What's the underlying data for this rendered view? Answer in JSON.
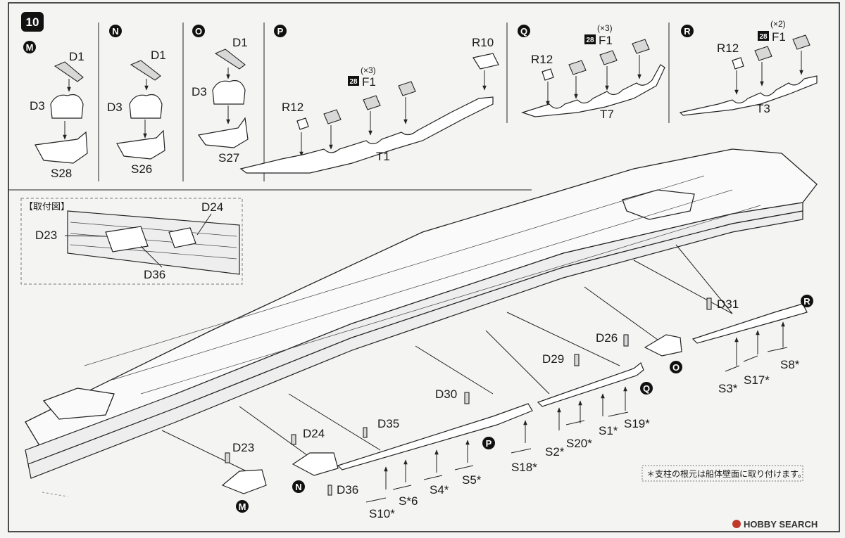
{
  "step": {
    "number": "10"
  },
  "panels": [
    {
      "letter": "M",
      "top": "D1",
      "mid": "D3",
      "base": "S28"
    },
    {
      "letter": "N",
      "top": "D1",
      "mid": "D3",
      "base": "S26"
    },
    {
      "letter": "O",
      "top": "D1",
      "mid": "D3",
      "base": "S27"
    }
  ],
  "panel_p": {
    "letter": "P",
    "r12": "R12",
    "f1": "F1",
    "f1_badge": "28",
    "f1_count": "(×3)",
    "r10": "R10",
    "t1": "T1"
  },
  "panel_q": {
    "letter": "Q",
    "r12": "R12",
    "f1": "F1",
    "f1_badge": "28",
    "f1_count": "(×3)",
    "t7": "T7"
  },
  "panel_r": {
    "letter": "R",
    "r12": "R12",
    "f1": "F1",
    "f1_badge": "28",
    "f1_count": "(×2)",
    "t3": "T3"
  },
  "inset": {
    "title": "【取付図】",
    "d23": "D23",
    "d24": "D24",
    "d36": "D36"
  },
  "main_labels": {
    "m_marker": "M",
    "n_marker": "N",
    "o_marker": "O",
    "p_marker": "P",
    "q_marker": "Q",
    "r_marker": "R",
    "d23": "D23",
    "d24": "D24",
    "d36": "D36",
    "d35": "D35",
    "d30": "D30",
    "d29": "D29",
    "d26": "D26",
    "d31": "D31",
    "s10": "S10*",
    "s6": "S*6",
    "s4": "S4*",
    "s5": "S5*",
    "s18": "S18*",
    "s2": "S2*",
    "s20": "S20*",
    "s1": "S1*",
    "s19": "S19*",
    "s3": "S3*",
    "s17": "S17*",
    "s8": "S8*"
  },
  "note": "＊支柱の根元は船体壁面に取り付けます。",
  "watermark": "HOBBY SEARCH"
}
